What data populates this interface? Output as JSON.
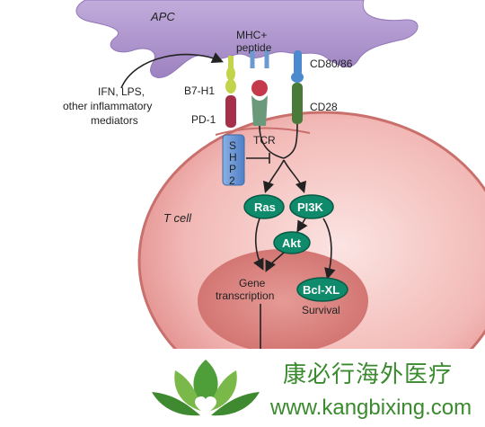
{
  "diagram": {
    "apc_label": "APC",
    "t_cell_label": "T cell",
    "mhc_label_line1": "MHC+",
    "mhc_label_line2": "peptide",
    "cd80_label": "CD80/86",
    "cd28_label": "CD28",
    "b7h1_label": "B7-H1",
    "pd1_label": "PD-1",
    "tcr_label": "TCR",
    "mediators_line1": "IFN, LPS,",
    "mediators_line2": "other inflammatory",
    "mediators_line3": "mediators",
    "shp2_chars": [
      "S",
      "H",
      "P",
      "2"
    ],
    "ras_label": "Ras",
    "pi3k_label": "PI3K",
    "akt_label": "Akt",
    "gene_line1": "Gene",
    "gene_line2": "transcription",
    "bclxl_label": "Bcl-XL",
    "survival_label": "Survival"
  },
  "watermark": {
    "chinese_text": "康必行海外医疗",
    "url": "www.kangbixing.com",
    "logo_icon": "lotus-heart-icon"
  },
  "colors": {
    "apc": "#a88fc8",
    "cell": "#e89a9a",
    "nucleus": "#d97a78",
    "node": "#0f8a6a",
    "shp2": "#5f8fd0",
    "watermark": "#3a8a2e"
  }
}
